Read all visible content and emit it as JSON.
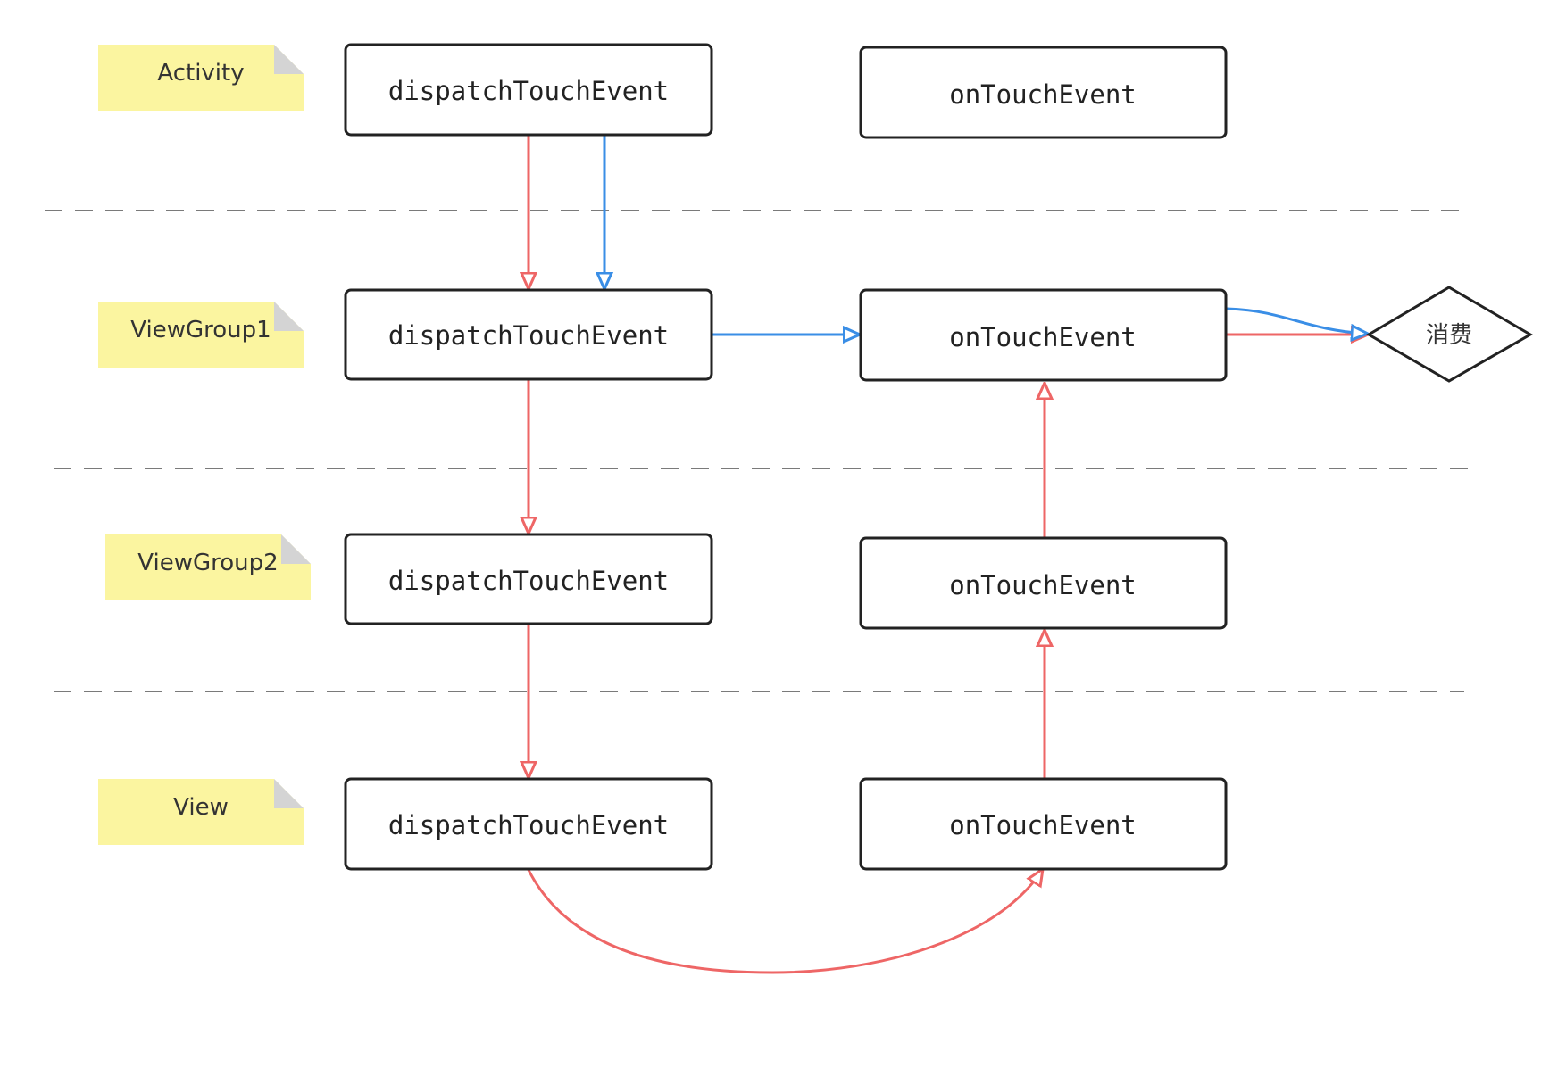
{
  "colors": {
    "red_flow": "#ee6666",
    "blue_flow": "#3a8ee6",
    "note_fill": "#fbf5a0",
    "note_fold": "#d4d4d4",
    "box_border": "#222222",
    "separator": "#7a7a7a"
  },
  "layers": [
    {
      "label": "Activity"
    },
    {
      "label": "ViewGroup1"
    },
    {
      "label": "ViewGroup2"
    },
    {
      "label": "View"
    }
  ],
  "boxes": {
    "dispatch": "dispatchTouchEvent",
    "on_touch": "onTouchEvent"
  },
  "consume_label": "消费"
}
